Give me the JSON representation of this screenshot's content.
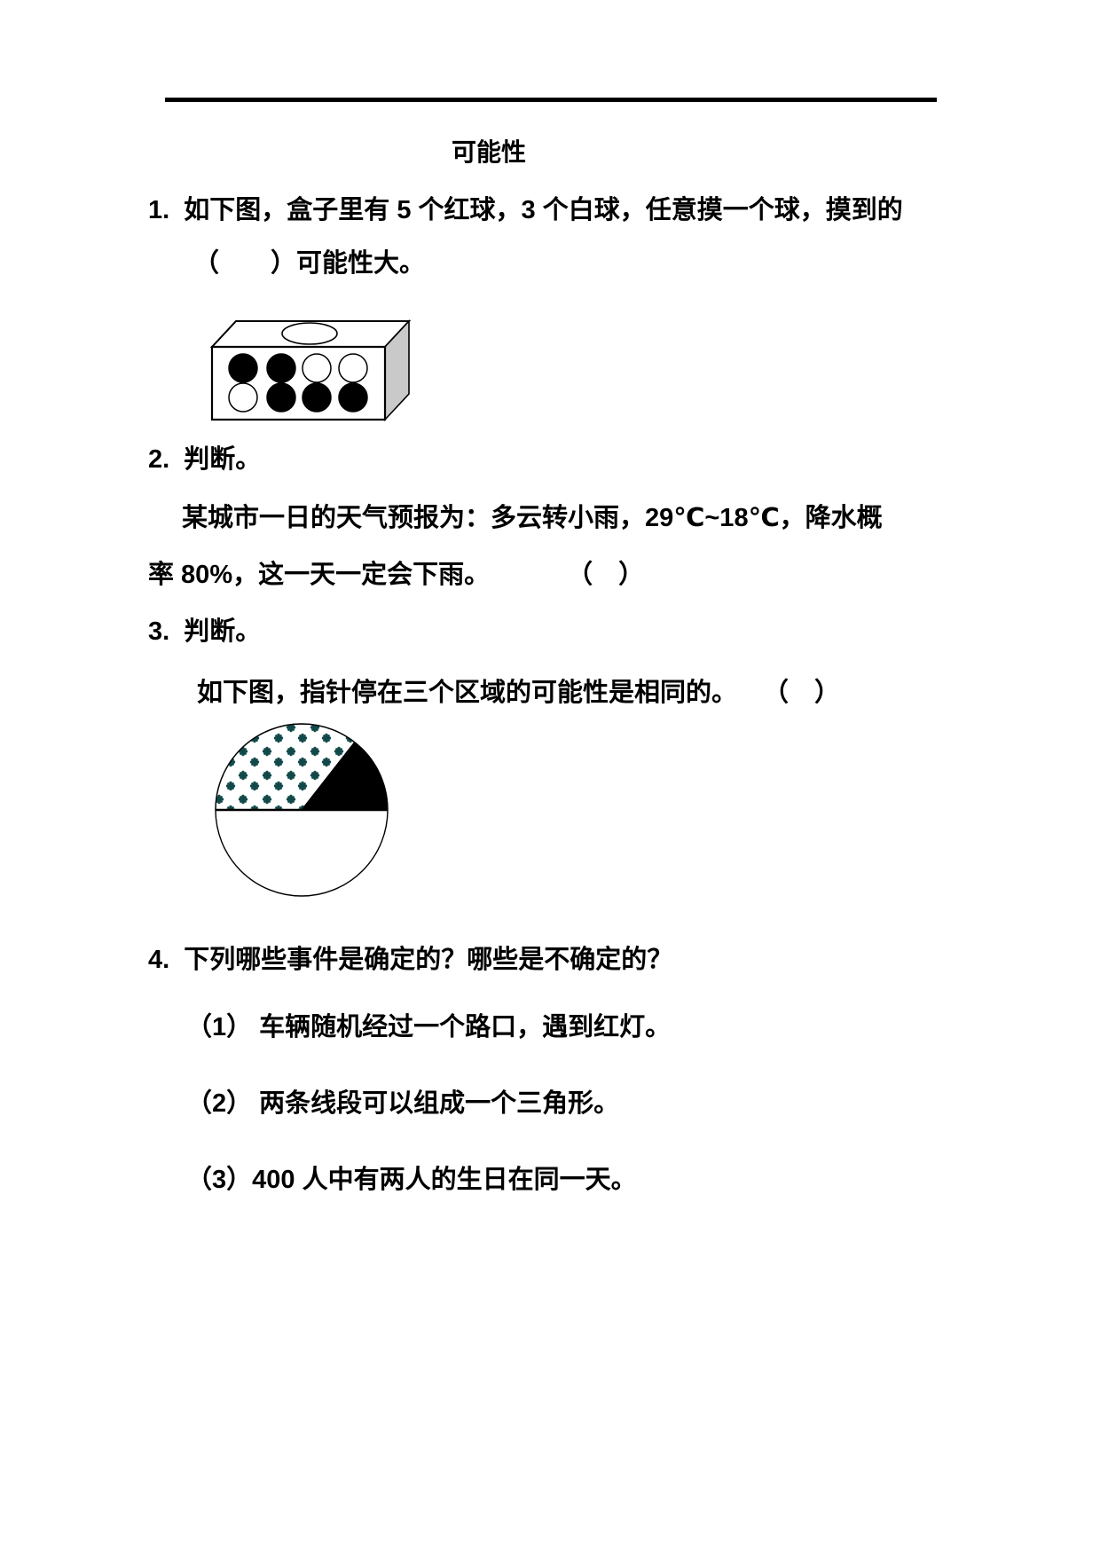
{
  "title": "可能性",
  "questions": {
    "q1": {
      "line1": "1.  如下图，盒子里有 5 个红球，3 个白球，任意摸一个球，摸到的",
      "line2": "（　　）可能性大。"
    },
    "q2": {
      "label": "2.  判断。",
      "body1": "某城市一日的天气预报为：多云转小雨，29℃~18℃，降水概",
      "body2": "率 80%，这一天一定会下雨。　　　　（　）"
    },
    "q3": {
      "label": "3.  判断。",
      "body": "如下图，指针停在三个区域的可能性是相同的。　　（　）"
    },
    "q4": {
      "label": "4.  下列哪些事件是确定的？哪些是不确定的？",
      "item1": "（1） 车辆随机经过一个路口，遇到红灯。",
      "item2": "（2） 两条线段可以组成一个三角形。",
      "item3": "（3）400 人中有两人的生日在同一天。"
    }
  },
  "figures": {
    "ball_box": {
      "balls": [
        [
          "black",
          "black",
          "white",
          "white"
        ],
        [
          "white",
          "black",
          "black",
          "black"
        ]
      ],
      "black_ball_color": "#000000",
      "white_ball_color": "#ffffff",
      "side_face_color": "#c9c9c9"
    },
    "spinner": {
      "regions": [
        {
          "name": "speckled",
          "fraction": 0.36,
          "color": "#11494b"
        },
        {
          "name": "black",
          "fraction": 0.14,
          "color": "#000000"
        },
        {
          "name": "white",
          "fraction": 0.5,
          "color": "#ffffff"
        }
      ]
    }
  }
}
